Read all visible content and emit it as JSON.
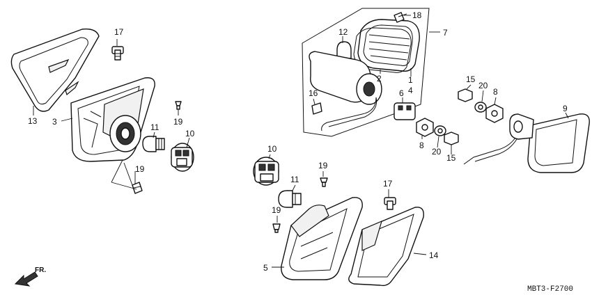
{
  "diagram_code": "MBT3-F2700",
  "direction_label": "FR.",
  "callouts": [
    {
      "id": "c17a",
      "text": "17"
    },
    {
      "id": "c13",
      "text": "13"
    },
    {
      "id": "c3",
      "text": "3"
    },
    {
      "id": "c19a",
      "text": "19"
    },
    {
      "id": "c11a",
      "text": "11"
    },
    {
      "id": "c10a",
      "text": "10"
    },
    {
      "id": "c19b",
      "text": "19"
    },
    {
      "id": "c18",
      "text": "18"
    },
    {
      "id": "c12",
      "text": "12"
    },
    {
      "id": "c7",
      "text": "7"
    },
    {
      "id": "c2",
      "text": "2"
    },
    {
      "id": "c1",
      "text": "1"
    },
    {
      "id": "c4",
      "text": "4"
    },
    {
      "id": "c16",
      "text": "16"
    },
    {
      "id": "c6",
      "text": "6"
    },
    {
      "id": "c8a",
      "text": "8"
    },
    {
      "id": "c20a",
      "text": "20"
    },
    {
      "id": "c15a",
      "text": "15"
    },
    {
      "id": "c15b",
      "text": "15"
    },
    {
      "id": "c20b",
      "text": "20"
    },
    {
      "id": "c8b",
      "text": "8"
    },
    {
      "id": "c9",
      "text": "9"
    },
    {
      "id": "c10b",
      "text": "10"
    },
    {
      "id": "c11b",
      "text": "11"
    },
    {
      "id": "c19c",
      "text": "19"
    },
    {
      "id": "c17b",
      "text": "17"
    },
    {
      "id": "c19d",
      "text": "19"
    },
    {
      "id": "c5",
      "text": "5"
    },
    {
      "id": "c14",
      "text": "14"
    }
  ]
}
